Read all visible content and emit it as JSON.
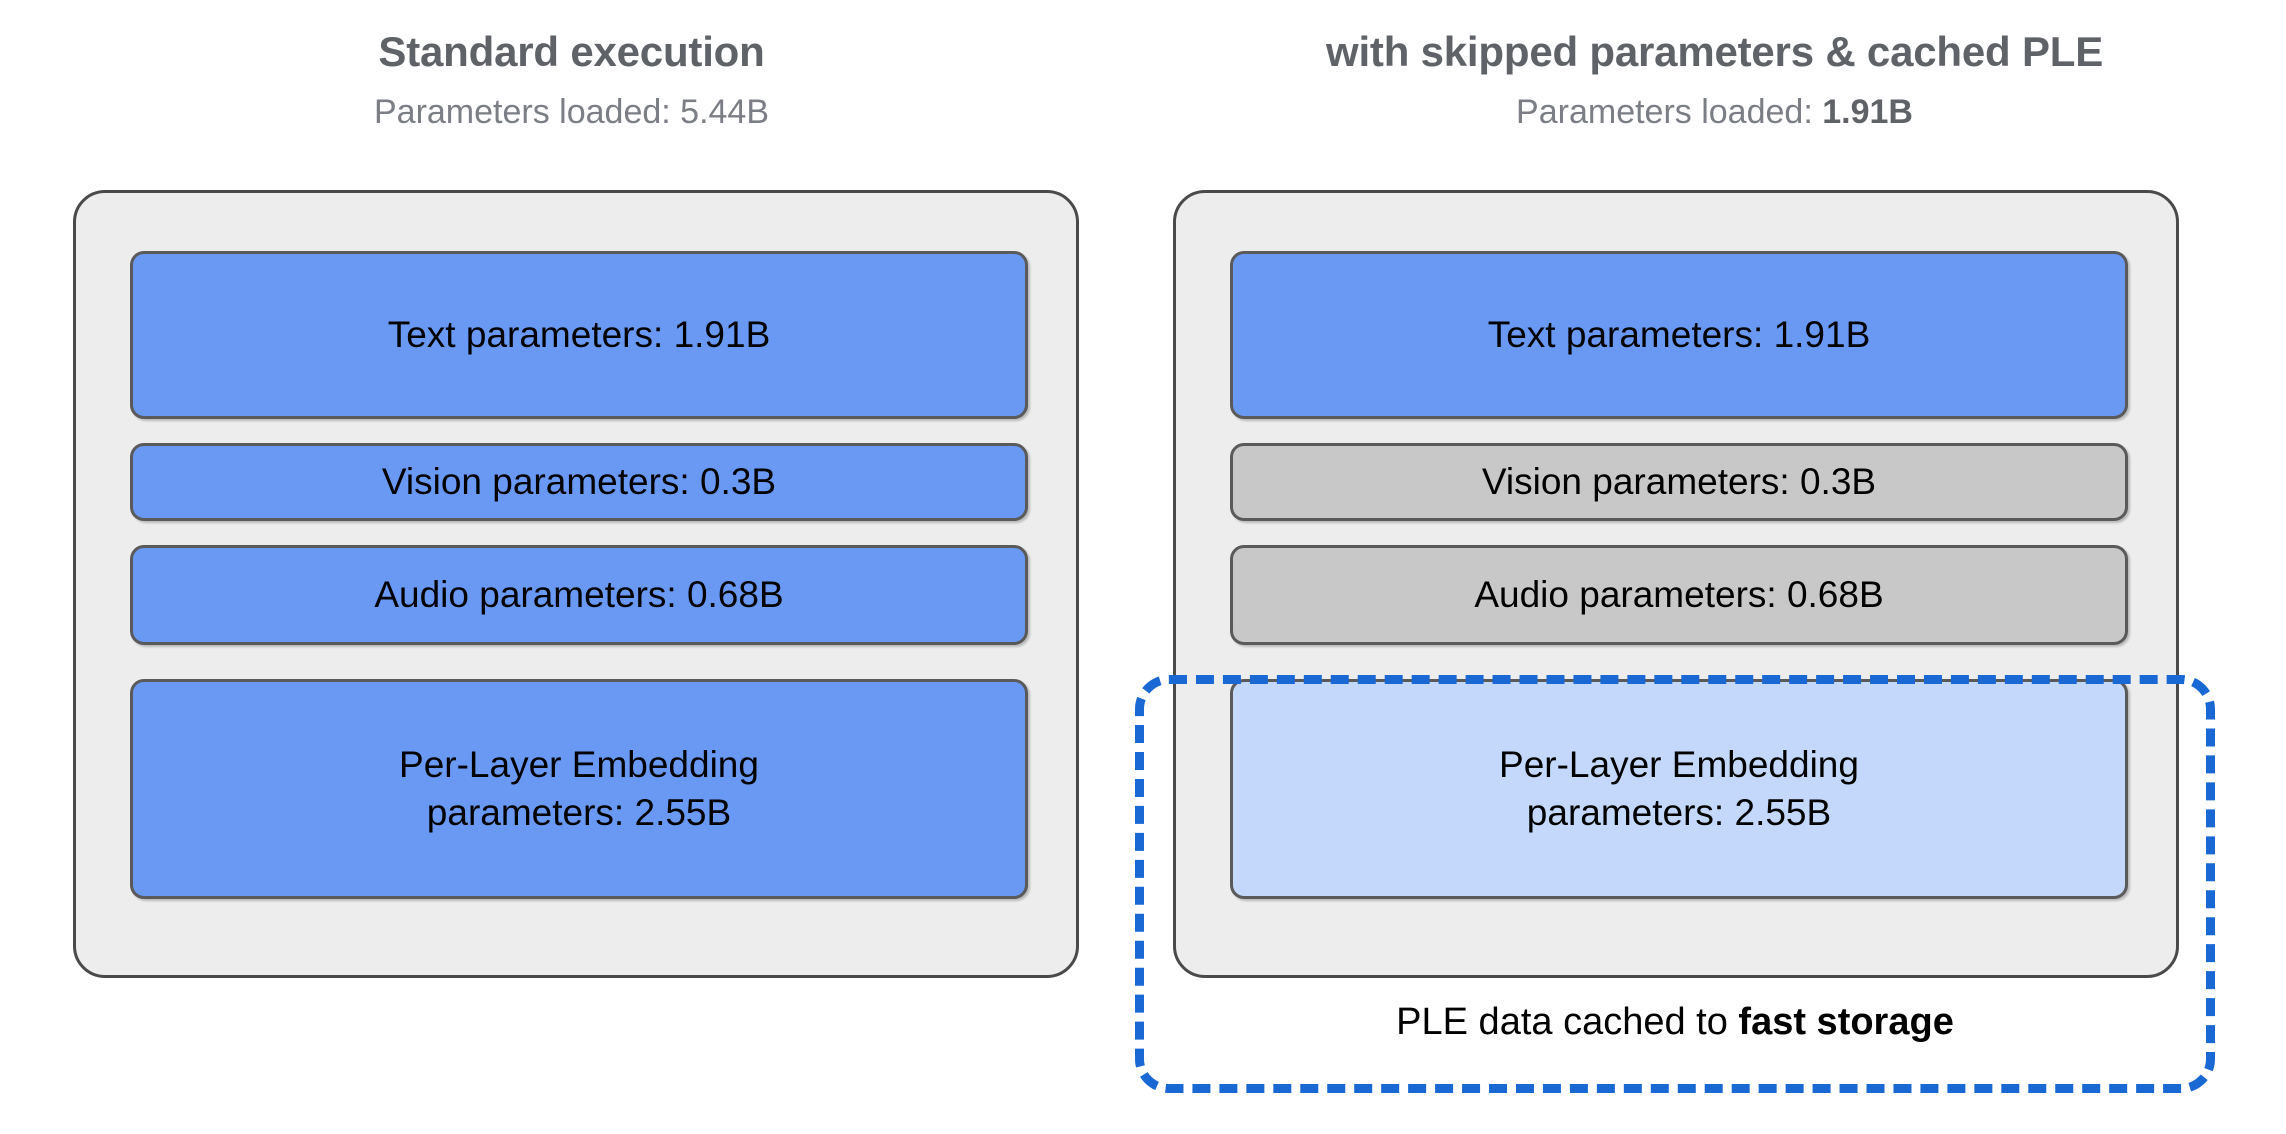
{
  "diagram": {
    "title": "Standard execution vs with skipped parameters & cached PLE",
    "colors": {
      "active_block": "#6a99f4",
      "skipped_block": "#c8c8c8",
      "cached_block": "#c3d8fb",
      "panel_background": "#ededed",
      "panel_border": "#4a4a4a",
      "dash_accent": "#1a68d4",
      "heading_text": "#5f6368",
      "body_text": "#000000"
    },
    "columns": [
      {
        "id": "standard",
        "title": "Standard execution",
        "subtitle_prefix": "Parameters loaded: ",
        "subtitle_value": "5.44B",
        "subtitle_value_bold": false,
        "blocks": [
          {
            "name": "text-parameters",
            "label": "Text parameters: 1.91B",
            "value": "1.91B",
            "state": "active"
          },
          {
            "name": "vision-parameters",
            "label": "Vision parameters: 0.3B",
            "value": "0.3B",
            "state": "active"
          },
          {
            "name": "audio-parameters",
            "label": "Audio parameters: 0.68B",
            "value": "0.68B",
            "state": "active"
          },
          {
            "name": "ple-parameters",
            "label": "Per-Layer Embedding\nparameters: 2.55B",
            "value": "2.55B",
            "state": "active"
          }
        ]
      },
      {
        "id": "optimized",
        "title": "with skipped parameters & cached PLE",
        "subtitle_prefix": "Parameters loaded: ",
        "subtitle_value": "1.91B",
        "subtitle_value_bold": true,
        "blocks": [
          {
            "name": "text-parameters",
            "label": "Text parameters: 1.91B",
            "value": "1.91B",
            "state": "active"
          },
          {
            "name": "vision-parameters",
            "label": "Vision parameters: 0.3B",
            "value": "0.3B",
            "state": "skipped"
          },
          {
            "name": "audio-parameters",
            "label": "Audio parameters: 0.68B",
            "value": "0.68B",
            "state": "skipped"
          },
          {
            "name": "ple-parameters",
            "label": "Per-Layer Embedding\nparameters: 2.55B",
            "value": "2.55B",
            "state": "cached"
          }
        ],
        "cache_caption_prefix": "PLE data cached to ",
        "cache_caption_strong": "fast storage"
      }
    ]
  }
}
